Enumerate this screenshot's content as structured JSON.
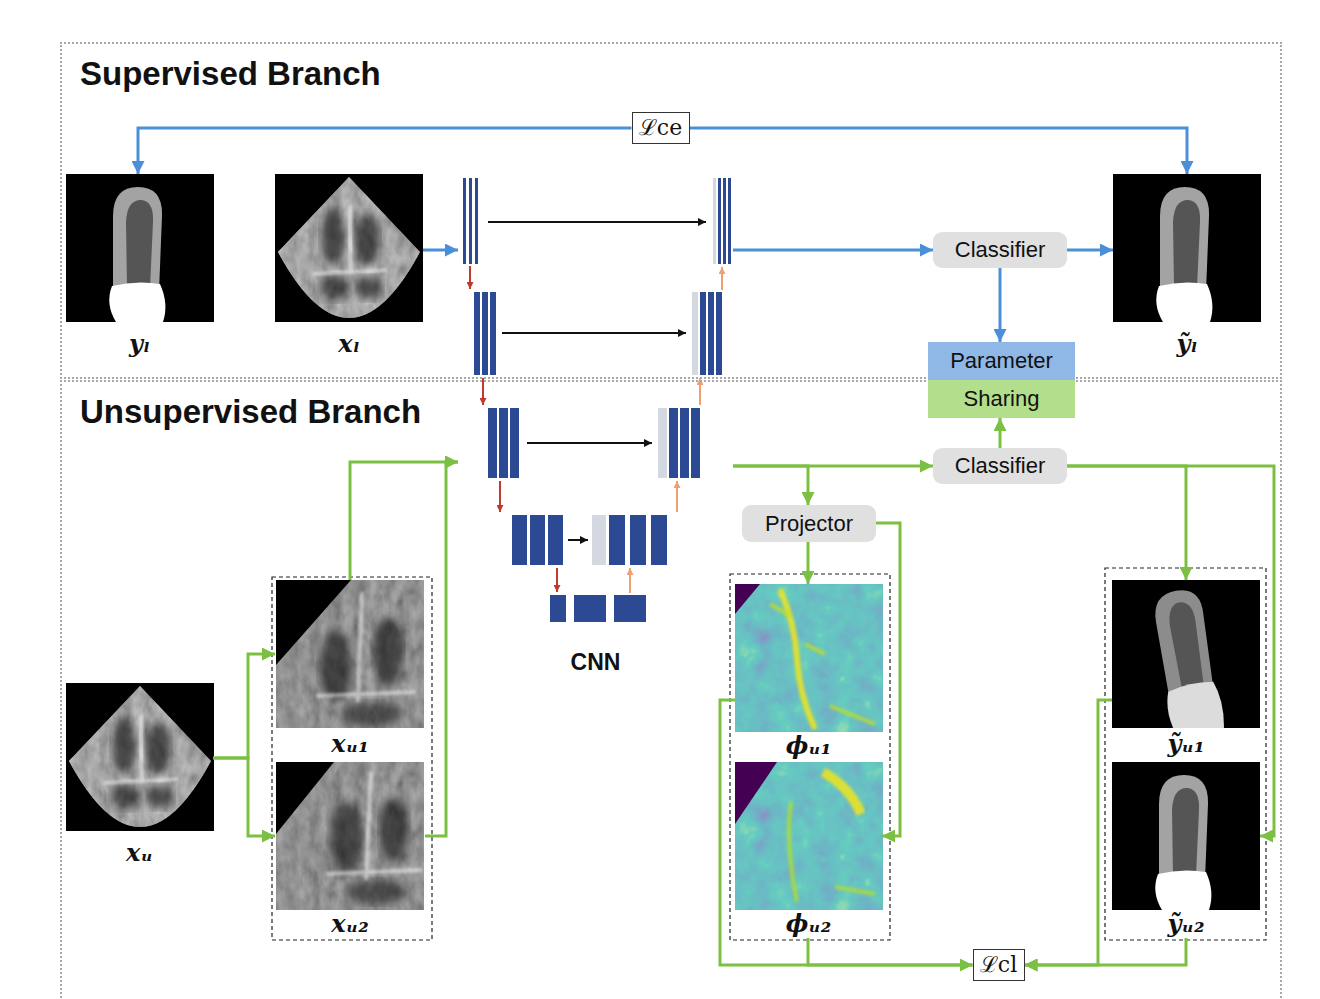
{
  "diagram": {
    "nodes": [
      {
        "text": [
          "Supervised Branch"
        ]
      },
      {
        "text": [
          "yₗ"
        ],
        "in": 0
      },
      {
        "text": [
          "xₗ"
        ],
        "in": 0
      },
      {
        "text": [
          "ℒce"
        ],
        "in": 0
      },
      {
        "text": [
          "Classifier"
        ],
        "in": 0
      },
      {
        "text": [
          "ỹₗ"
        ],
        "in": 0
      },
      {
        "text": [
          "Parameter",
          "Sharing"
        ]
      },
      {
        "text": [
          "Unsupervised Branch"
        ]
      },
      {
        "text": [
          "CNN"
        ]
      },
      {
        "text": [
          "Classifier"
        ],
        "in": 7
      },
      {
        "text": [
          "Projector"
        ],
        "in": 7
      },
      {
        "text": [
          "xᵤ"
        ],
        "in": 7
      },
      {
        "text": [
          "xᵤ₁"
        ],
        "in": 7
      },
      {
        "text": [
          "xᵤ₂"
        ],
        "in": 7
      },
      {
        "text": [
          "ϕᵤ₁"
        ],
        "in": 7
      },
      {
        "text": [
          "ỹᵤ₁"
        ],
        "in": 7
      },
      {
        "text": [
          "ϕᵤ₂"
        ],
        "in": 7
      },
      {
        "text": [
          "ỹᵤ₂"
        ],
        "in": 7
      },
      {
        "text": [
          "ℒcl"
        ],
        "in": 7
      }
    ],
    "edges": [
      {
        "from": 3,
        "to": 1,
        "arrow": "to"
      },
      {
        "from": 3,
        "to": 5,
        "arrow": "to"
      },
      {
        "from": 2,
        "to": 8,
        "arrow": "to"
      },
      {
        "from": 8,
        "to": 4,
        "arrow": "to"
      },
      {
        "from": 4,
        "to": 5,
        "arrow": "to"
      },
      {
        "from": 4,
        "to": 6,
        "arrow": "to"
      },
      {
        "from": 9,
        "to": 6,
        "arrow": "to"
      },
      {
        "from": 11,
        "to": 12,
        "arrow": "to"
      },
      {
        "from": 11,
        "to": 13,
        "arrow": "to"
      },
      {
        "from": 12,
        "to": 8,
        "arrow": "to"
      },
      {
        "from": 13,
        "to": 8,
        "arrow": "to"
      },
      {
        "from": 8,
        "to": 9,
        "arrow": "to"
      },
      {
        "from": 8,
        "to": 10,
        "arrow": "to"
      },
      {
        "from": 10,
        "to": 14,
        "arrow": "to"
      },
      {
        "from": 10,
        "to": 16,
        "arrow": "to"
      },
      {
        "from": 9,
        "to": 15,
        "arrow": "to"
      },
      {
        "from": 9,
        "to": 17,
        "arrow": "to"
      },
      {
        "from": 14,
        "to": 18,
        "arrow": "to"
      },
      {
        "from": 16,
        "to": 18,
        "arrow": "to"
      },
      {
        "from": 15,
        "to": 18,
        "arrow": "to"
      },
      {
        "from": 17,
        "to": 18,
        "arrow": "to"
      }
    ]
  }
}
